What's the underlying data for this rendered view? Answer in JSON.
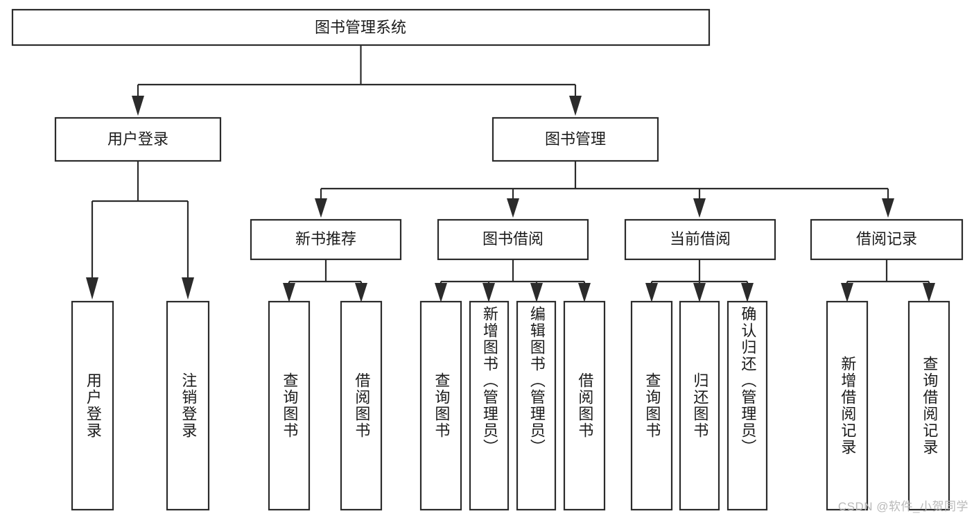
{
  "diagram": {
    "type": "tree-hierarchy",
    "title": "图书管理系统",
    "watermark": "CSDN @软件_小贺同学",
    "colors": {
      "stroke": "#2b2b2b",
      "fill": "#ffffff",
      "text": "#1b1b1b",
      "background": "#ffffff",
      "watermark": "#b9b9b9"
    },
    "levels": [
      {
        "level": 1,
        "nodes": [
          {
            "id": "root",
            "label": "图书管理系统",
            "orientation": "horizontal"
          }
        ]
      },
      {
        "level": 2,
        "nodes": [
          {
            "id": "user-login",
            "label": "用户登录",
            "orientation": "horizontal",
            "parent": "root"
          },
          {
            "id": "book-manage",
            "label": "图书管理",
            "orientation": "horizontal",
            "parent": "root"
          }
        ]
      },
      {
        "level": 3,
        "nodes": [
          {
            "id": "new-book-rec",
            "label": "新书推荐",
            "orientation": "horizontal",
            "parent": "book-manage"
          },
          {
            "id": "book-borrow",
            "label": "图书借阅",
            "orientation": "horizontal",
            "parent": "book-manage"
          },
          {
            "id": "current-borrow",
            "label": "当前借阅",
            "orientation": "horizontal",
            "parent": "book-manage"
          },
          {
            "id": "borrow-record",
            "label": "借阅记录",
            "orientation": "horizontal",
            "parent": "book-manage"
          }
        ]
      },
      {
        "level": 4,
        "nodes": [
          {
            "id": "leaf-user-login",
            "label": "用户登录",
            "orientation": "vertical",
            "parent": "user-login"
          },
          {
            "id": "leaf-logout",
            "label": "注销登录",
            "orientation": "vertical",
            "parent": "user-login"
          },
          {
            "id": "leaf-query-book-1",
            "label": "查询图书",
            "orientation": "vertical",
            "parent": "new-book-rec"
          },
          {
            "id": "leaf-borrow-book-1",
            "label": "借阅图书",
            "orientation": "vertical",
            "parent": "new-book-rec"
          },
          {
            "id": "leaf-query-book-2",
            "label": "查询图书",
            "orientation": "vertical",
            "parent": "book-borrow"
          },
          {
            "id": "leaf-add-book",
            "label": "新增图书（管理员）",
            "orientation": "vertical",
            "parent": "book-borrow"
          },
          {
            "id": "leaf-edit-book",
            "label": "编辑图书（管理员）",
            "orientation": "vertical",
            "parent": "book-borrow"
          },
          {
            "id": "leaf-borrow-book-2",
            "label": "借阅图书",
            "orientation": "vertical",
            "parent": "book-borrow"
          },
          {
            "id": "leaf-query-book-3",
            "label": "查询图书",
            "orientation": "vertical",
            "parent": "current-borrow"
          },
          {
            "id": "leaf-return-book",
            "label": "归还图书",
            "orientation": "vertical",
            "parent": "current-borrow"
          },
          {
            "id": "leaf-confirm-return",
            "label": "确认归还（管理员）",
            "orientation": "vertical",
            "parent": "current-borrow"
          },
          {
            "id": "leaf-add-record",
            "label": "新增借阅记录",
            "orientation": "vertical",
            "parent": "borrow-record"
          },
          {
            "id": "leaf-query-record",
            "label": "查询借阅记录",
            "orientation": "vertical",
            "parent": "borrow-record"
          }
        ]
      }
    ]
  }
}
